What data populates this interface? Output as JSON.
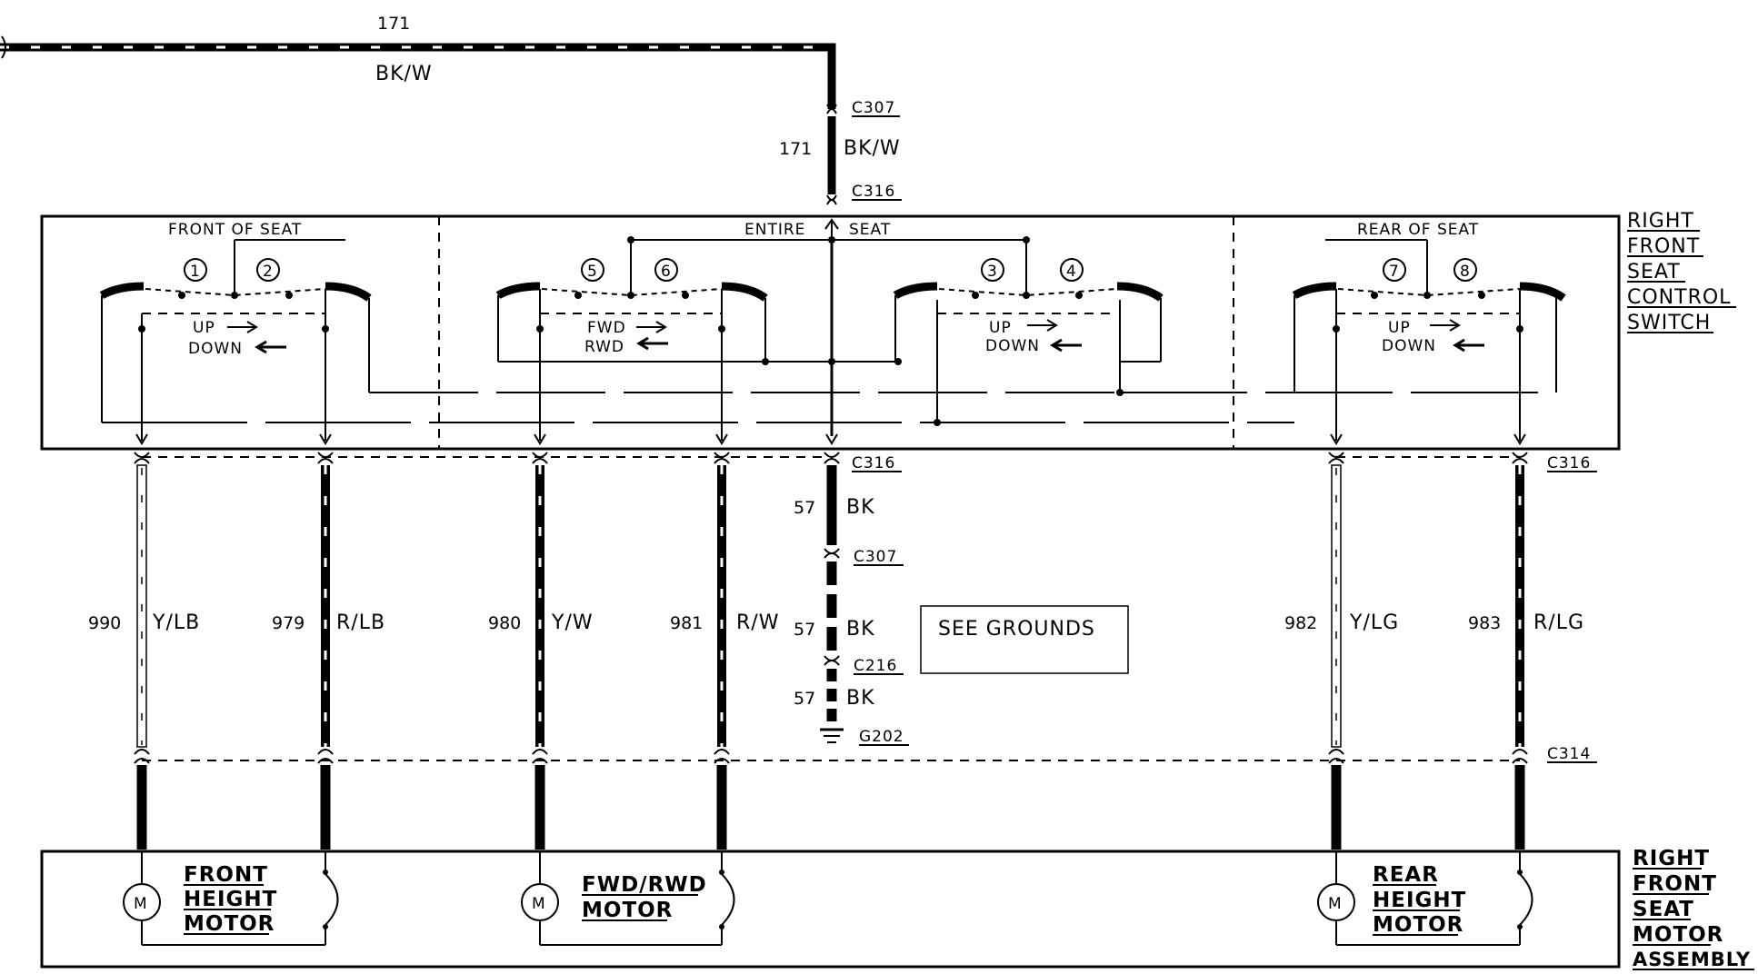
{
  "top_wire": {
    "circuit": "171",
    "color": "BK/W"
  },
  "feed_wire": {
    "conn_top": "C307",
    "circuit": "171",
    "color": "BK/W",
    "conn_bottom": "C316"
  },
  "switch": {
    "title_lines": [
      "RIGHT",
      "FRONT",
      "SEAT",
      "CONTROL",
      "SWITCH"
    ],
    "sections": {
      "front": "FRONT OF SEAT",
      "entire": "ENTIRE",
      "entire2": "SEAT",
      "rear": "REAR OF SEAT"
    },
    "contacts": [
      "1",
      "2",
      "5",
      "6",
      "3",
      "4",
      "7",
      "8"
    ],
    "front_dir": {
      "up": "UP",
      "down": "DOWN"
    },
    "fwd_dir": {
      "fwd": "FWD",
      "rwd": "RWD"
    },
    "mid_dir": {
      "up": "UP",
      "down": "DOWN"
    },
    "rear_dir": {
      "up": "UP",
      "down": "DOWN"
    }
  },
  "connectors": {
    "c316_mid": "C316",
    "c316_right": "C316",
    "c314": "C314"
  },
  "wires": [
    {
      "circuit": "990",
      "color": "Y/LB"
    },
    {
      "circuit": "979",
      "color": "R/LB"
    },
    {
      "circuit": "980",
      "color": "Y/W"
    },
    {
      "circuit": "981",
      "color": "R/W"
    },
    {
      "circuit": "982",
      "color": "Y/LG"
    },
    {
      "circuit": "983",
      "color": "R/LG"
    }
  ],
  "ground": {
    "seg1": {
      "circuit": "57",
      "color": "BK"
    },
    "c307": "C307",
    "seg2": {
      "circuit": "57",
      "color": "BK"
    },
    "c216": "C216",
    "seg3": {
      "circuit": "57",
      "color": "BK"
    },
    "g202": "G202",
    "see_grounds": "SEE GROUNDS"
  },
  "motors": {
    "front": {
      "symbol": "M",
      "lines": [
        "FRONT",
        "HEIGHT",
        "MOTOR"
      ]
    },
    "fwdrwd": {
      "symbol": "M",
      "lines": [
        "FWD/RWD",
        "MOTOR"
      ]
    },
    "rear": {
      "symbol": "M",
      "lines": [
        "REAR",
        "HEIGHT",
        "MOTOR"
      ]
    }
  },
  "assembly_title_lines": [
    "RIGHT",
    "FRONT",
    "SEAT",
    "MOTOR",
    "ASSEMBLY"
  ]
}
